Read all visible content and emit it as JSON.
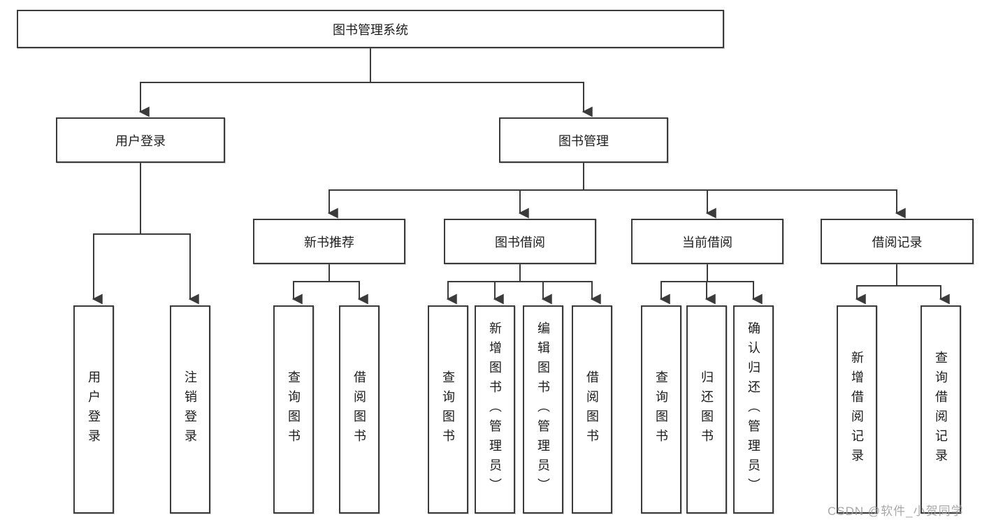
{
  "page": {
    "background": "#ffffff"
  },
  "colors": {
    "line": "#3b3b3b",
    "text": "#1c1c1c",
    "watermark": "#9e9e9e"
  },
  "watermark": {
    "text": "CSDN @软件_小贺同学"
  },
  "tree": {
    "root": {
      "label": "图书管理系统"
    },
    "level2": [
      {
        "label": "用户登录",
        "children": [
          {
            "label": "用户登录"
          },
          {
            "label": "注销登录"
          }
        ]
      },
      {
        "label": "图书管理",
        "children": [
          {
            "label": "新书推荐",
            "children": [
              {
                "label": "查询图书"
              },
              {
                "label": "借阅图书"
              }
            ]
          },
          {
            "label": "图书借阅",
            "children": [
              {
                "label": "查询图书"
              },
              {
                "label": "新增图书（管理员）"
              },
              {
                "label": "编辑图书（管理员）"
              },
              {
                "label": "借阅图书"
              }
            ]
          },
          {
            "label": "当前借阅",
            "children": [
              {
                "label": "查询图书"
              },
              {
                "label": "归还图书"
              },
              {
                "label": "确认归还（管理员）"
              }
            ]
          },
          {
            "label": "借阅记录",
            "children": [
              {
                "label": "新增借阅记录"
              },
              {
                "label": "查询借阅记录"
              }
            ]
          }
        ]
      }
    ]
  }
}
